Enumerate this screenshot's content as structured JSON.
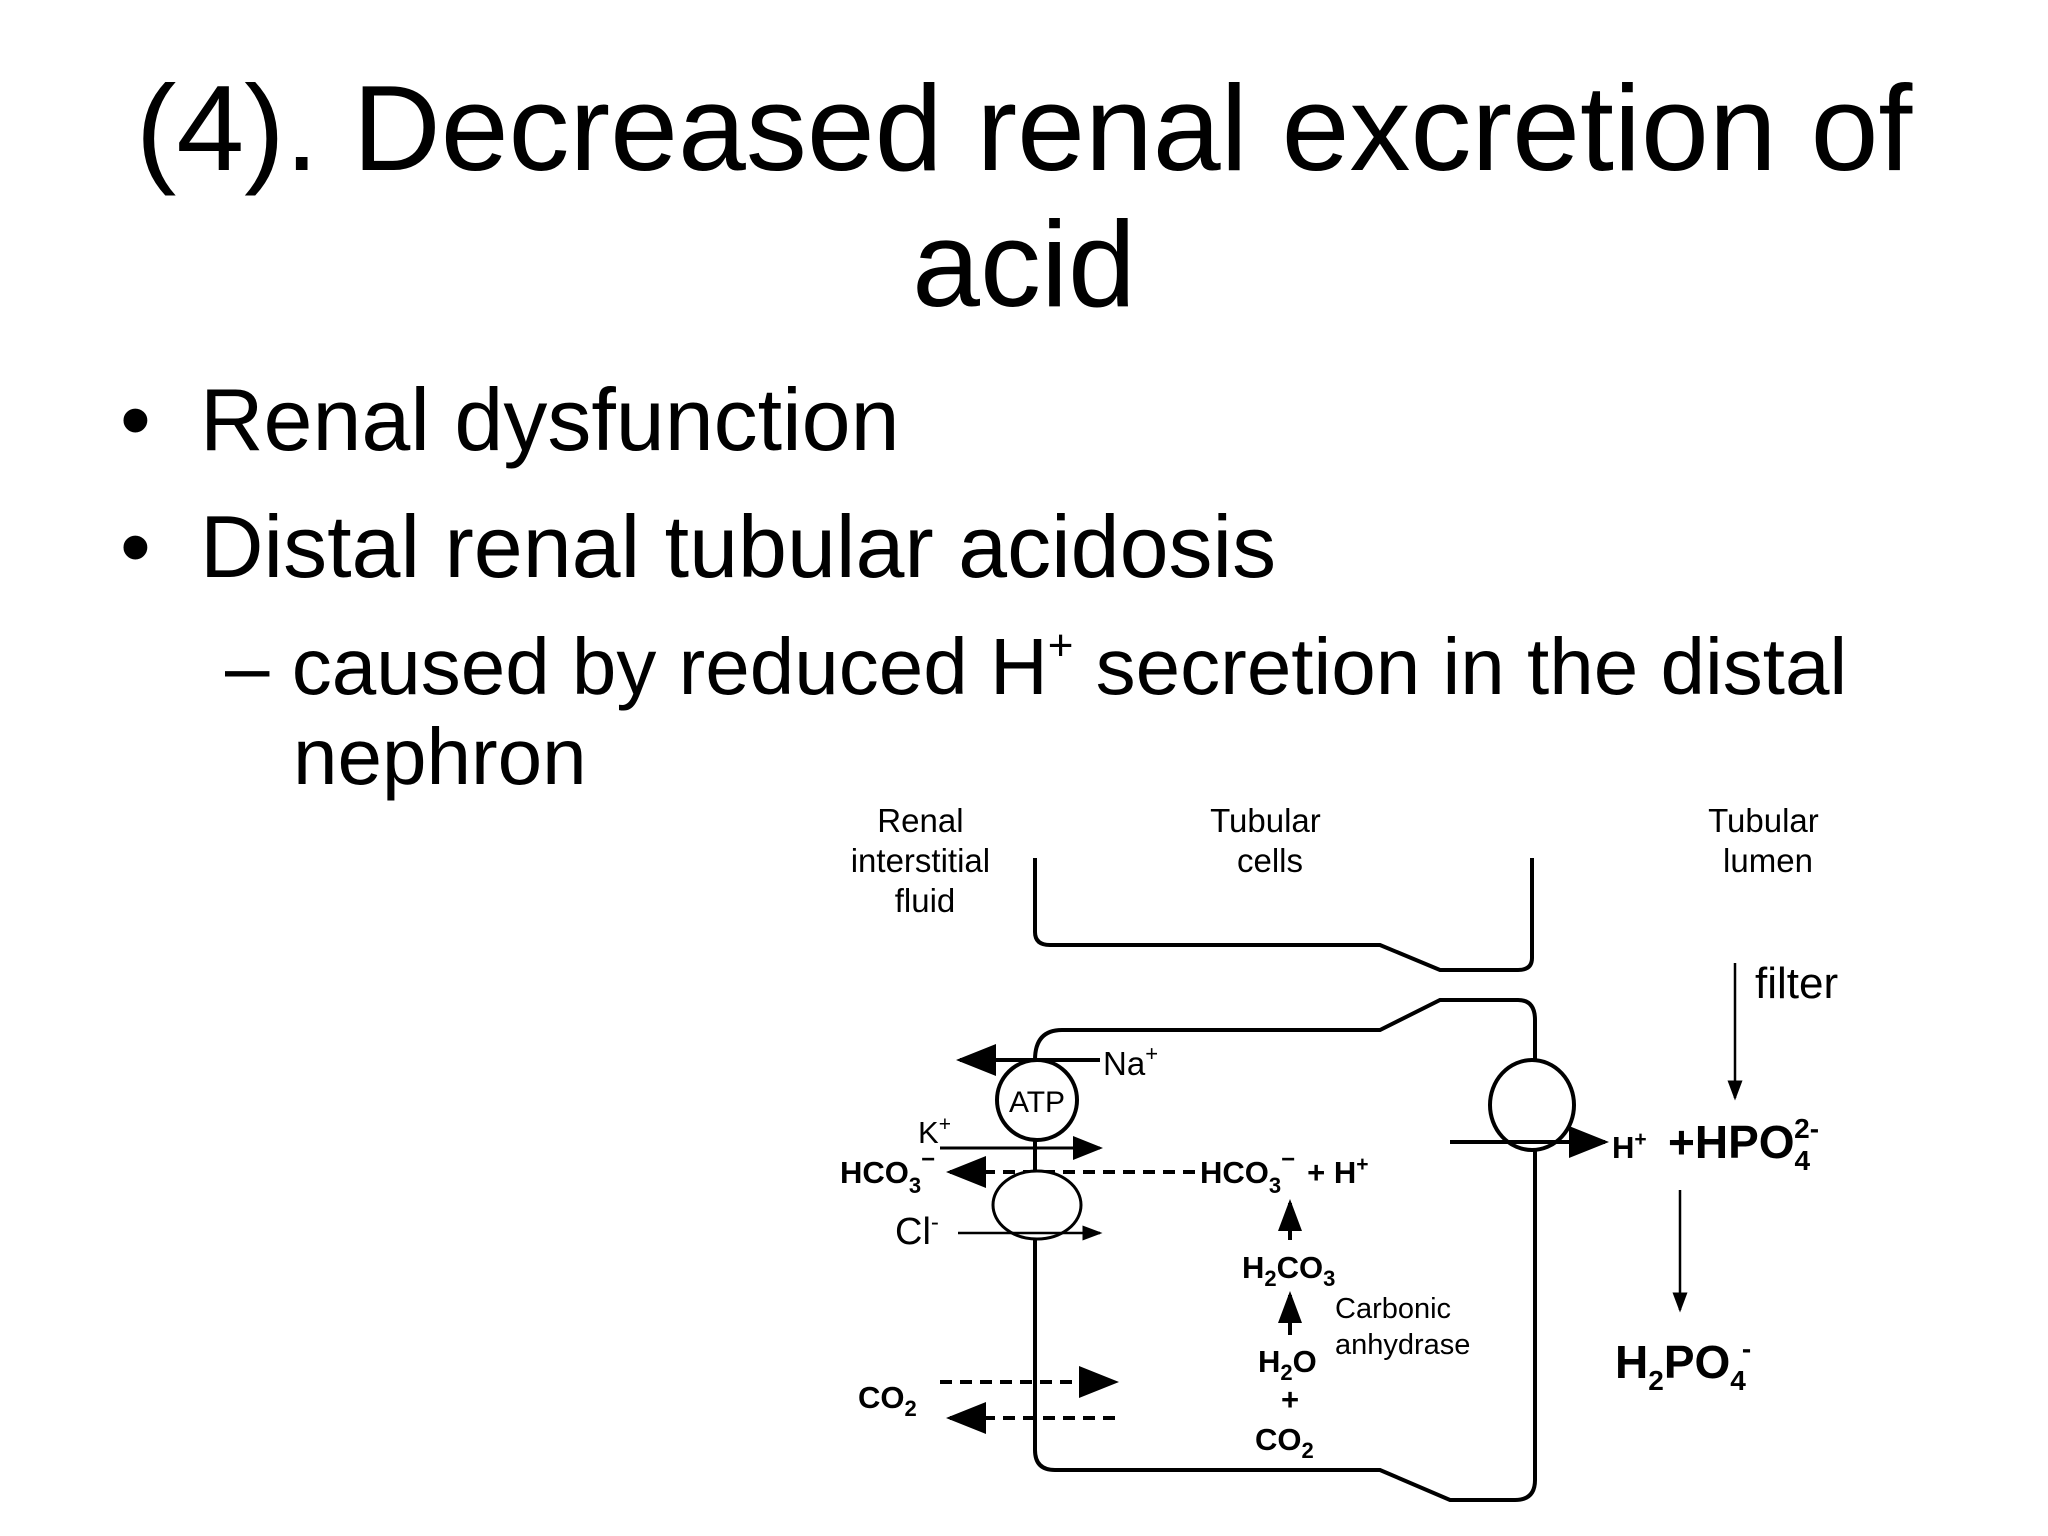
{
  "title": {
    "line1": "(4). Decreased renal excretion of",
    "line2": "acid"
  },
  "bullets": [
    {
      "marker": "•",
      "text": "Renal dysfunction"
    },
    {
      "marker": "•",
      "text": "Distal renal tubular acidosis"
    }
  ],
  "sub_bullet": {
    "dash": "–",
    "pre": "caused by reduced H",
    "sup": "+",
    "post": " secretion in the distal",
    "line2": "nephron"
  },
  "diagram": {
    "headers": {
      "interstitial": [
        "Renal",
        "interstitial",
        "fluid"
      ],
      "cells": [
        "Tubular",
        "cells"
      ],
      "lumen": [
        "Tubular",
        "lumen"
      ]
    },
    "filter": "filter",
    "na": "Na",
    "na_sup": "+",
    "atp": "ATP",
    "k": "K",
    "k_sup": "+",
    "hco3_left": "HCO",
    "hco3_sub": "3",
    "hco3_sup": "−",
    "hco3_right": "HCO",
    "plus_h": "+ H",
    "h_sup": "+",
    "cl": "Cl",
    "cl_sup": "-",
    "h2co3": "H",
    "h2co3_sub1": "2",
    "h2co3_mid": "CO",
    "h2co3_sub2": "3",
    "carbonic": "Carbonic",
    "anhydrase": "anhydrase",
    "h2o": "H",
    "h2o_sub": "2",
    "h2o_end": "O",
    "plus": "+",
    "co2": "CO",
    "co2_sub": "2",
    "co2_left": "CO",
    "co2_left_sub": "2",
    "lumen_h": "H",
    "lumen_h_sup": "+",
    "hpo4": "+HPO",
    "hpo4_sub": "4",
    "hpo4_sup": "2-",
    "h2po4": "H",
    "h2po4_sub1": "2",
    "h2po4_mid": "PO",
    "h2po4_sub2": "4",
    "h2po4_sup": "-"
  }
}
